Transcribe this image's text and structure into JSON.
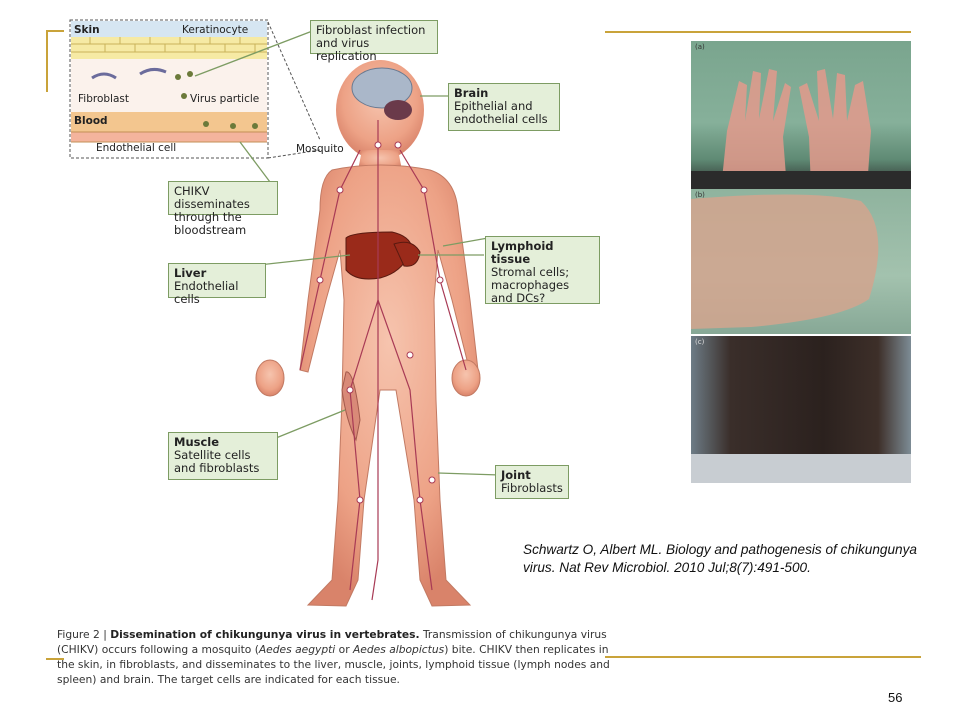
{
  "figure": {
    "skin_title": "Skin",
    "keratinocyte": "Keratinocyte",
    "fibroblast": "Fibroblast",
    "virus_particle": "Virus particle",
    "blood_title": "Blood",
    "endothelial_cell": "Endothelial cell",
    "mosquito": "Mosquito",
    "callouts": {
      "fibroblast_infection": "Fibroblast infection and virus replication",
      "chikv_disseminates": "CHIKV disseminates through the bloodstream",
      "brain_title": "Brain",
      "brain_text": "Epithelial and endothelial cells",
      "liver_title": "Liver",
      "liver_text": "Endothelial cells",
      "lymphoid_title": "Lymphoid tissue",
      "lymphoid_text": "Stromal cells; macrophages and DCs?",
      "muscle_title": "Muscle",
      "muscle_text": "Satellite cells and fibroblasts",
      "joint_title": "Joint",
      "joint_text": "Fibroblasts"
    }
  },
  "photos": [
    {
      "tag": "(a)",
      "name": "hands"
    },
    {
      "tag": "(b)",
      "name": "ankle"
    },
    {
      "tag": "(c)",
      "name": "leg"
    }
  ],
  "citation": "Schwartz O, Albert ML. Biology and pathogenesis of chikungunya virus. Nat Rev Microbiol. 2010 Jul;8(7):491-500.",
  "caption": {
    "label": "Figure 2 | ",
    "title": "Dissemination of chikungunya virus in vertebrates.",
    "text_1": " Transmission of chikungunya virus (CHIKV) occurs following a mosquito (",
    "species_1": "Aedes aegypti",
    "text_2": " or ",
    "species_2": "Aedes albopictus",
    "text_3": ") bite. CHIKV then replicates in the skin, in fibroblasts, and disseminates to the liver, muscle, joints, lymphoid tissue (lymph nodes and spleen) and brain. The target cells are indicated for each tissue."
  },
  "page_number": "56",
  "colors": {
    "accent_line": "#c9a33a",
    "callout_fill": "#e4efd9",
    "callout_border": "#7d9c63",
    "body_fill": "#efa88e"
  }
}
